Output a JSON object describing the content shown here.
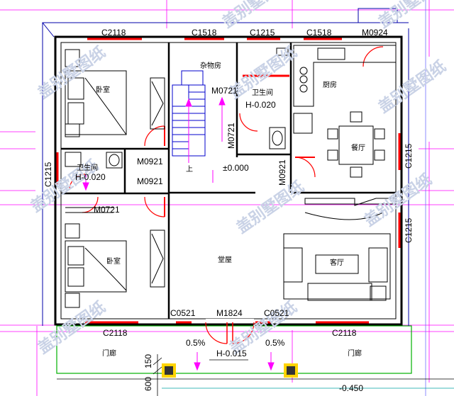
{
  "labels": {
    "c2118_tl": "C2118",
    "c1518_t1": "C1518",
    "c1215_t": "C1215",
    "c1518_t2": "C1518",
    "m0924": "M0924",
    "storage": "杂物房",
    "bedroom_top": "卧室",
    "kitchen": "厨房",
    "bath_center": "卫生间",
    "m0721_center": "M0721",
    "h020_center": "H-0.020",
    "m0721_vert": "M0721",
    "dining": "餐厅",
    "c1215_right1": "C1215",
    "c1215_left": "C1215",
    "bath_left": "卫生间",
    "h020_left": "H-0.020",
    "m0921_a": "M0921",
    "m0921_b": "M0921",
    "m0921_vert": "M0921",
    "up": "上",
    "level": "±0.000",
    "m0721_left": "M0721",
    "c1215_right2": "C1215",
    "bedroom_bottom": "卧室",
    "hall": "堂屋",
    "living": "客厅",
    "c0521_a": "C0521",
    "m1824": "M1824",
    "c0521_b": "C0521",
    "c2118_bl": "C2118",
    "c2118_br": "C2118",
    "porch_left": "门廊",
    "porch_right": "门廊",
    "slope_a": "0.5%",
    "slope_b": "0.5%",
    "h015": "H-0.015",
    "dim150": "150",
    "dim600": "600",
    "h450": "-0.450"
  },
  "watermarks": [
    "盖别墅图纸",
    "盖别墅图纸",
    "盖别墅图纸",
    "盖别墅图纸",
    "盖别墅图纸",
    "盖别墅图纸",
    "盖别墅图纸",
    "盖别墅图纸",
    "盖别墅图纸",
    "盖别墅图纸"
  ],
  "colors": {
    "wall": "#000000",
    "window": "#ff0000",
    "stair": "#0000cc",
    "axis": "#ff00ff",
    "porch": "#00b000",
    "column": "#ffd400"
  }
}
